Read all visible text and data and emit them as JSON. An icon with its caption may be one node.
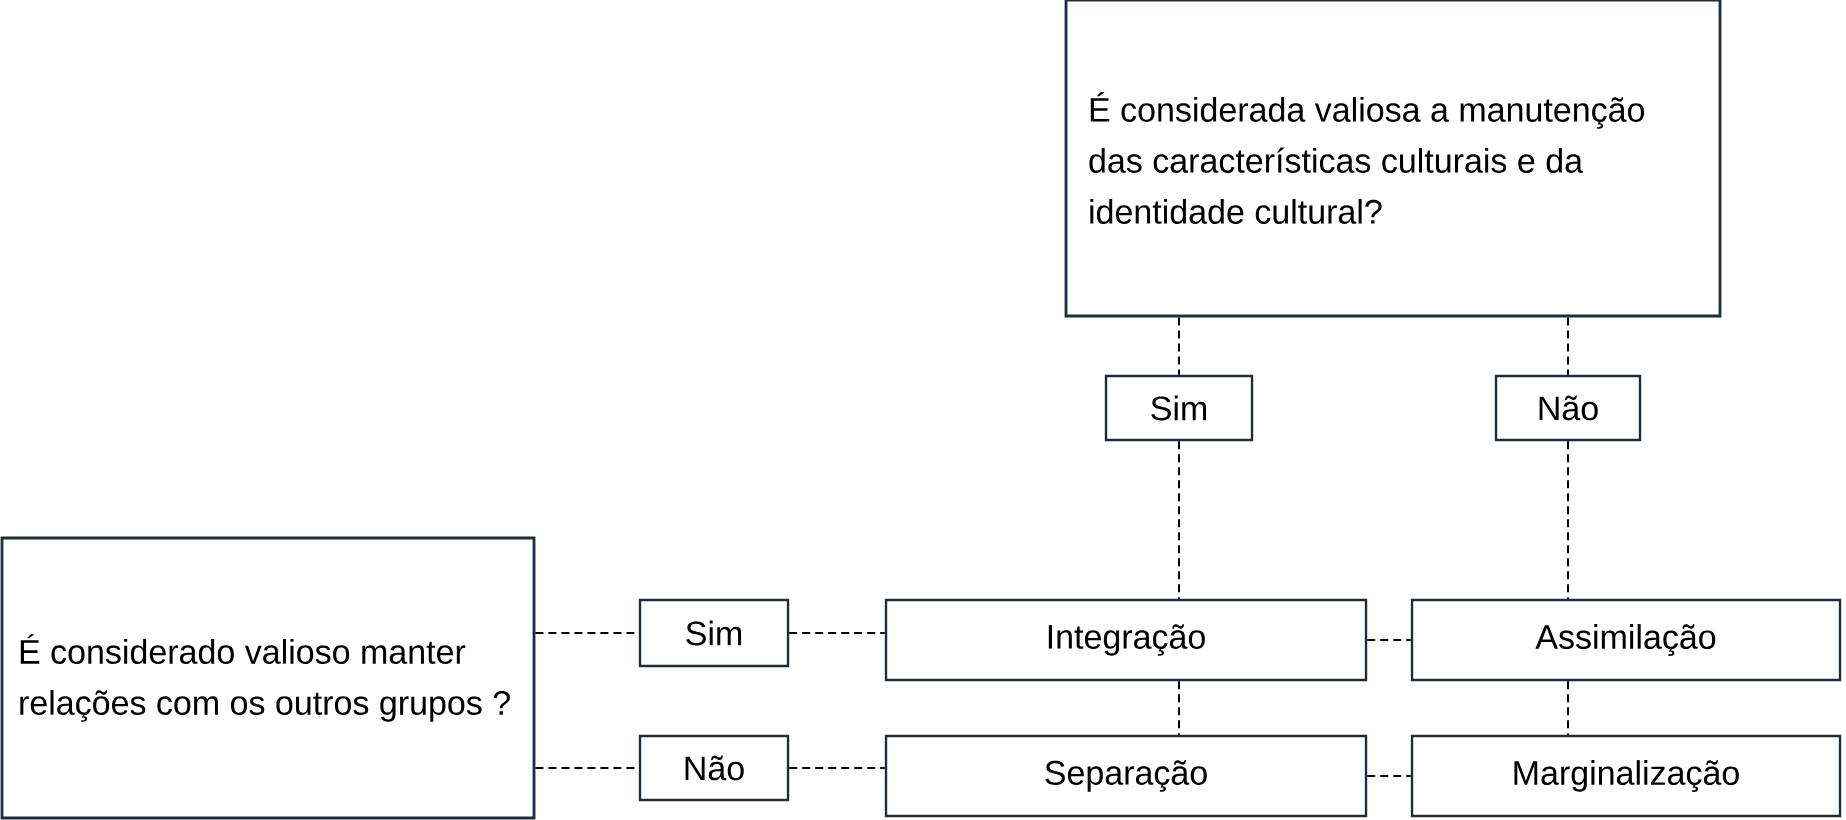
{
  "diagram": {
    "nodes": [
      {
        "text": [
          "É considerada valiosa a manutenção das características culturais e da identidade cultural?"
        ]
      },
      {
        "text": [
          "Sim"
        ]
      },
      {
        "text": [
          "Não"
        ]
      },
      {
        "text": [
          "É considerado valioso manter relações com os outros grupos ?"
        ]
      },
      {
        "text": [
          "Sim"
        ]
      },
      {
        "text": [
          "Não"
        ]
      },
      {
        "text": [
          "Integração"
        ]
      },
      {
        "text": [
          "Assimilação"
        ]
      },
      {
        "text": [
          "Separação"
        ]
      },
      {
        "text": [
          "Marginalização"
        ]
      }
    ],
    "edges": [
      {
        "from": 0,
        "to": 1,
        "arrow": "none",
        "style": "dashed"
      },
      {
        "from": 1,
        "to": 6,
        "arrow": "none",
        "style": "dashed"
      },
      {
        "from": 0,
        "to": 2,
        "arrow": "none",
        "style": "dashed"
      },
      {
        "from": 2,
        "to": 7,
        "arrow": "none",
        "style": "dashed"
      },
      {
        "from": 3,
        "to": 4,
        "arrow": "none",
        "style": "dashed"
      },
      {
        "from": 4,
        "to": 6,
        "arrow": "none",
        "style": "dashed"
      },
      {
        "from": 3,
        "to": 5,
        "arrow": "none",
        "style": "dashed"
      },
      {
        "from": 5,
        "to": 8,
        "arrow": "none",
        "style": "dashed"
      },
      {
        "from": 6,
        "to": 7,
        "arrow": "none",
        "style": "dashed"
      },
      {
        "from": 8,
        "to": 9,
        "arrow": "none",
        "style": "dashed"
      },
      {
        "from": 6,
        "to": 8,
        "arrow": "none",
        "style": "dashed"
      },
      {
        "from": 7,
        "to": 9,
        "arrow": "none",
        "style": "dashed"
      }
    ]
  }
}
